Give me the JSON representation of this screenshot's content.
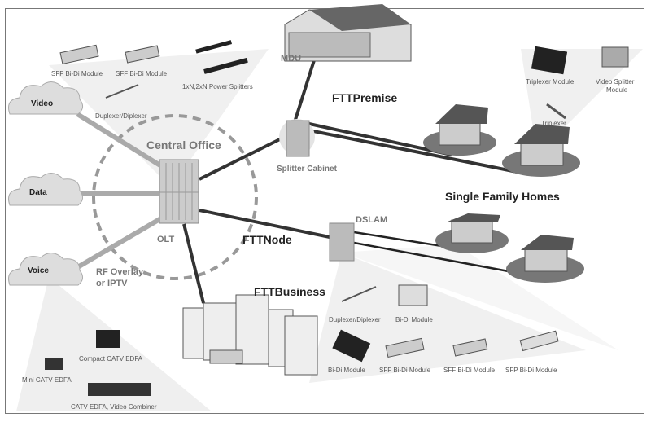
{
  "clouds": {
    "video": "Video",
    "data": "Data",
    "voice": "Voice"
  },
  "central_office": "Central Office",
  "olt": "OLT",
  "rf_overlay": [
    "RF Overlay",
    "or IPTV"
  ],
  "splitter_cabinet": "Splitter Cabinet",
  "mdu": "MDU",
  "fttpremise": "FTTPremise",
  "fttnode": "FTTNode",
  "fttbusiness": "FTTBusiness",
  "dslam": "DSLAM",
  "single_family_homes": "Single Family Homes",
  "components": {
    "co_sff1": "SFF Bi-Di Module",
    "co_sff2": "SFF Bi-Di Module",
    "co_splitters": "1xN,2xN Power Splitters",
    "co_duplexer": "Duplexer/Diplexer",
    "home_triplexer_module": "Triplexer Module",
    "home_video_splitter": [
      "Video Splitter",
      "Module"
    ],
    "home_triplexer": "Triplexer",
    "voice_compact_edfa": "Compact CATV EDFA",
    "voice_mini_edfa": "Mini CATV EDFA",
    "voice_edfa_combiner": "CATV EDFA, Video Combiner",
    "biz_duplexer": "Duplexer/Diplexer",
    "biz_bidi1": "Bi-Di Module",
    "biz_bidi2": "Bi-Di Module",
    "biz_sff1": "SFF Bi-Di Module",
    "biz_sff2": "SFF Bi-Di Module",
    "biz_sfp": "SFP Bi-Di Module"
  }
}
